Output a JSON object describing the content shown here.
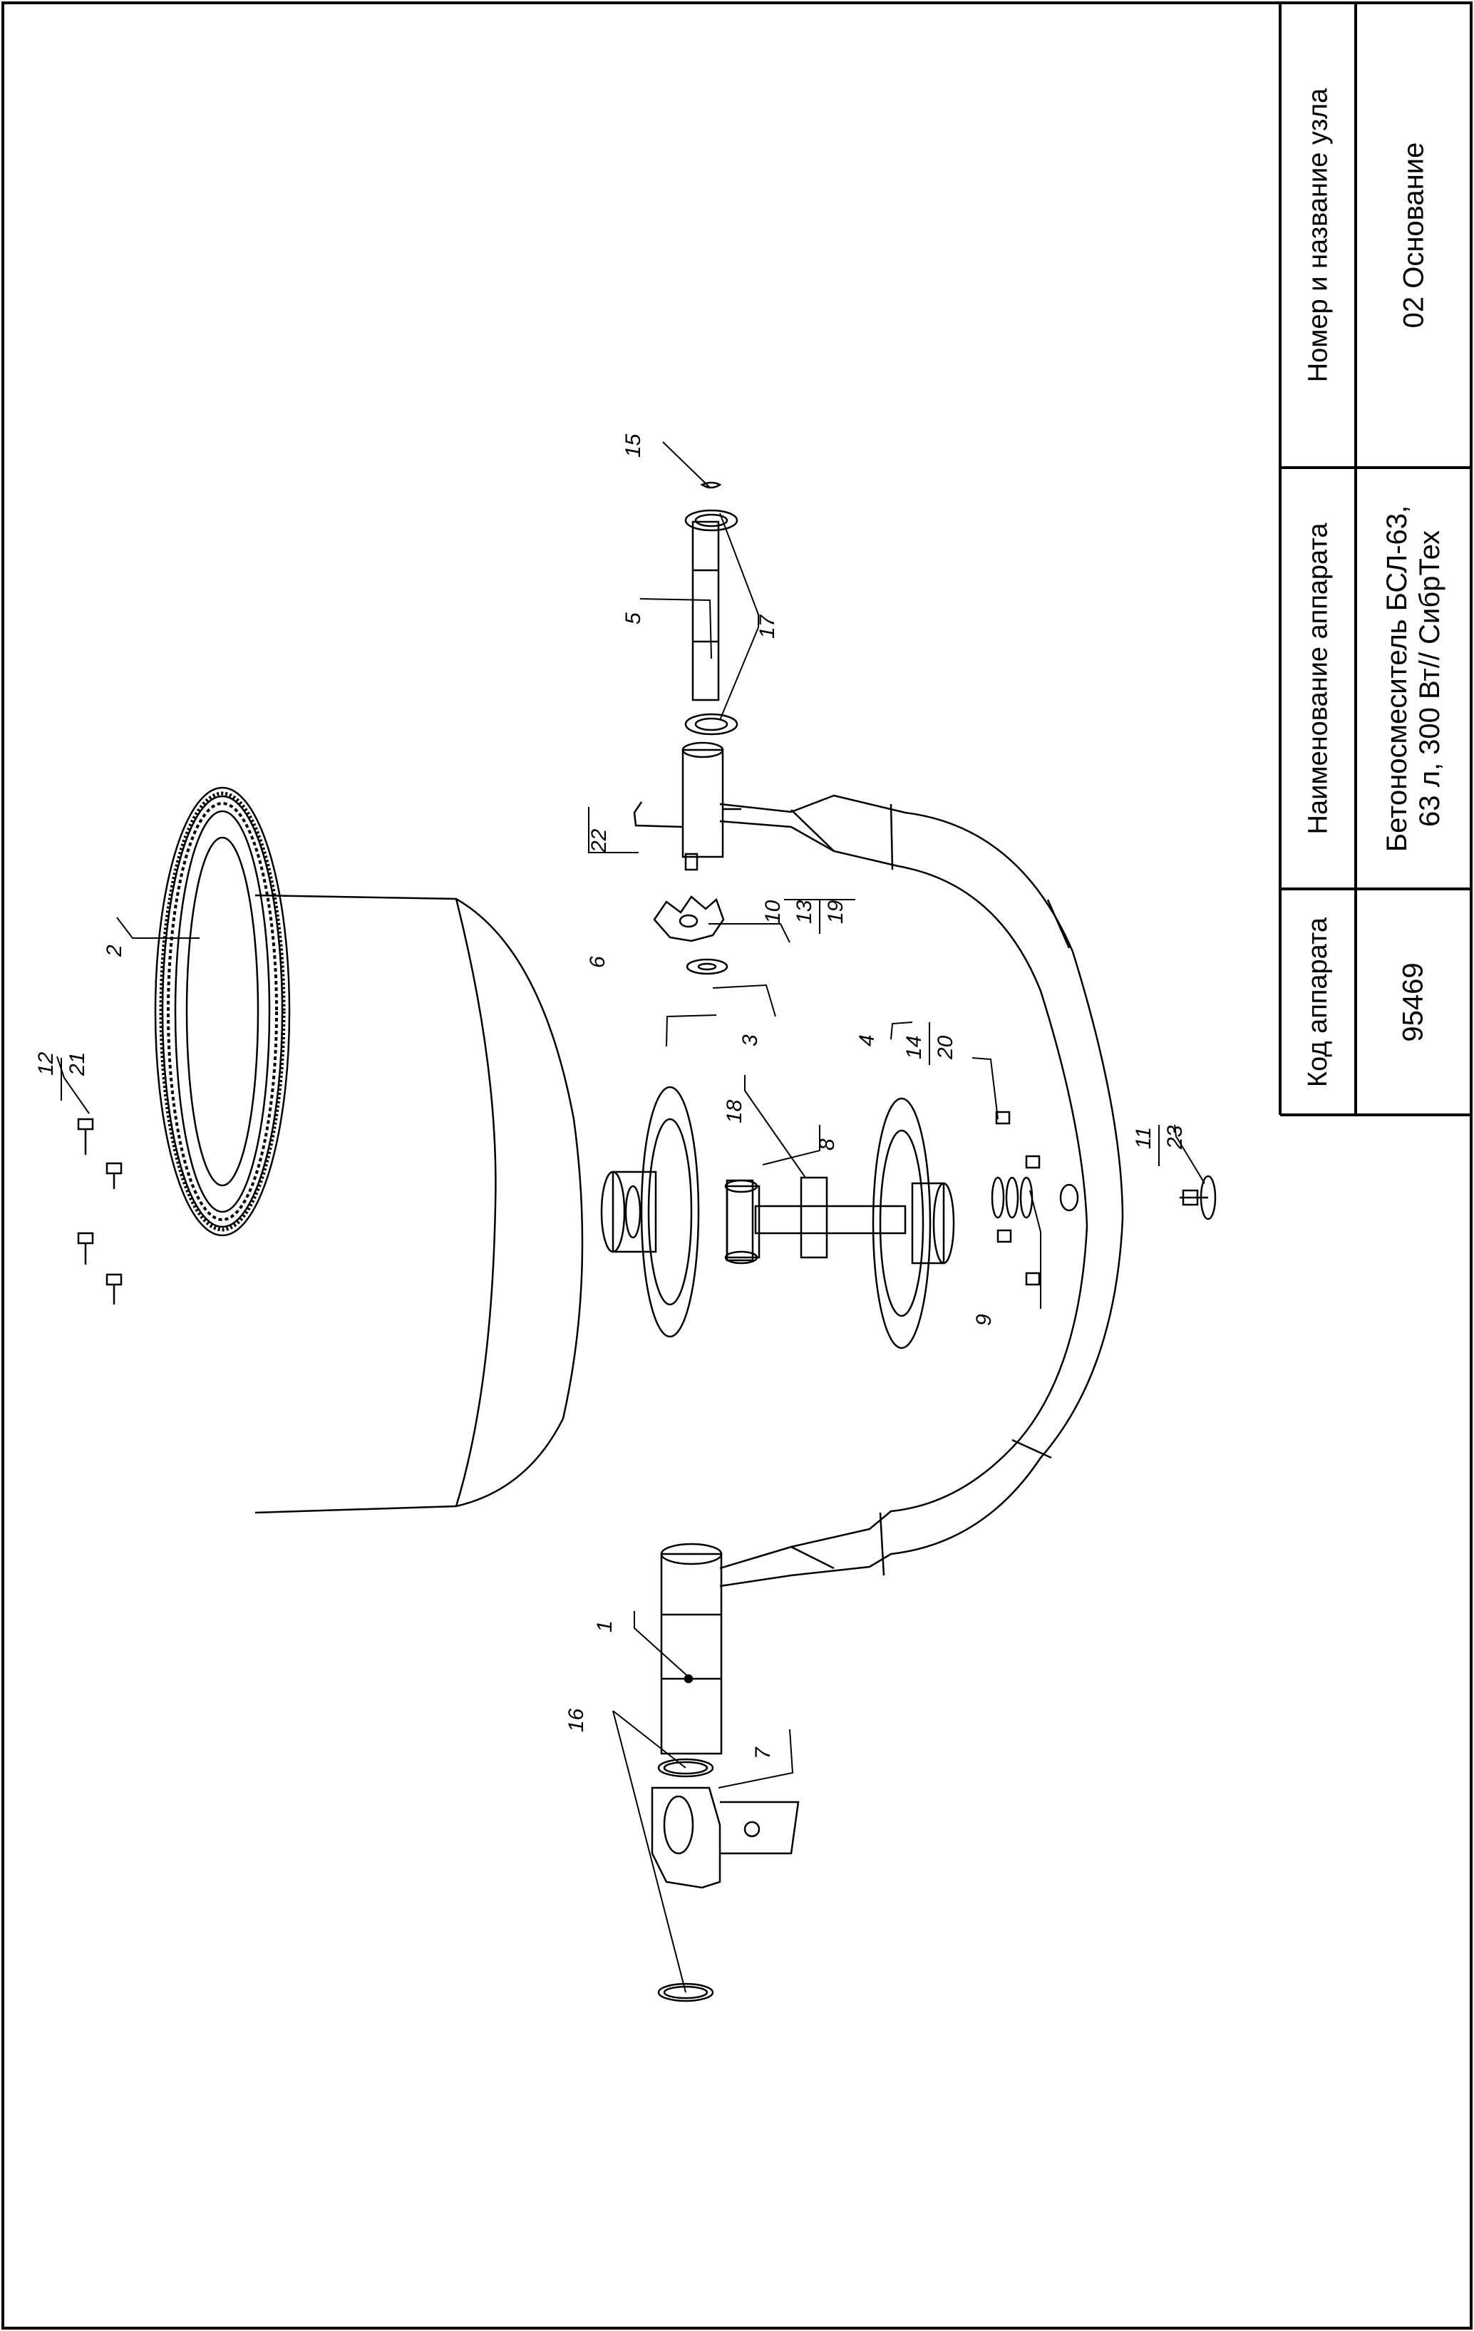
{
  "title_block": {
    "headers": {
      "code": "Код аппарата",
      "name": "Наименование аппарата",
      "node": "Номер и название узла"
    },
    "values": {
      "code": "95469",
      "name_line1": "Бетоносмеситель БСЛ-63,",
      "name_line2": "63 л, 300 Вт// СибрТех",
      "node": "02 Основание"
    }
  },
  "callouts": {
    "c1": "1",
    "c2": "2",
    "c3": "3",
    "c4": "4",
    "c5": "5",
    "c6": "6",
    "c7": "7",
    "c8": "8",
    "c9": "9",
    "c10": "10",
    "c11": "11",
    "c12": "12",
    "c13": "13",
    "c14": "14",
    "c15": "15",
    "c16": "16",
    "c17": "17",
    "c18": "18",
    "c19": "19",
    "c20": "20",
    "c21": "21",
    "c22": "22",
    "c23": "23"
  }
}
